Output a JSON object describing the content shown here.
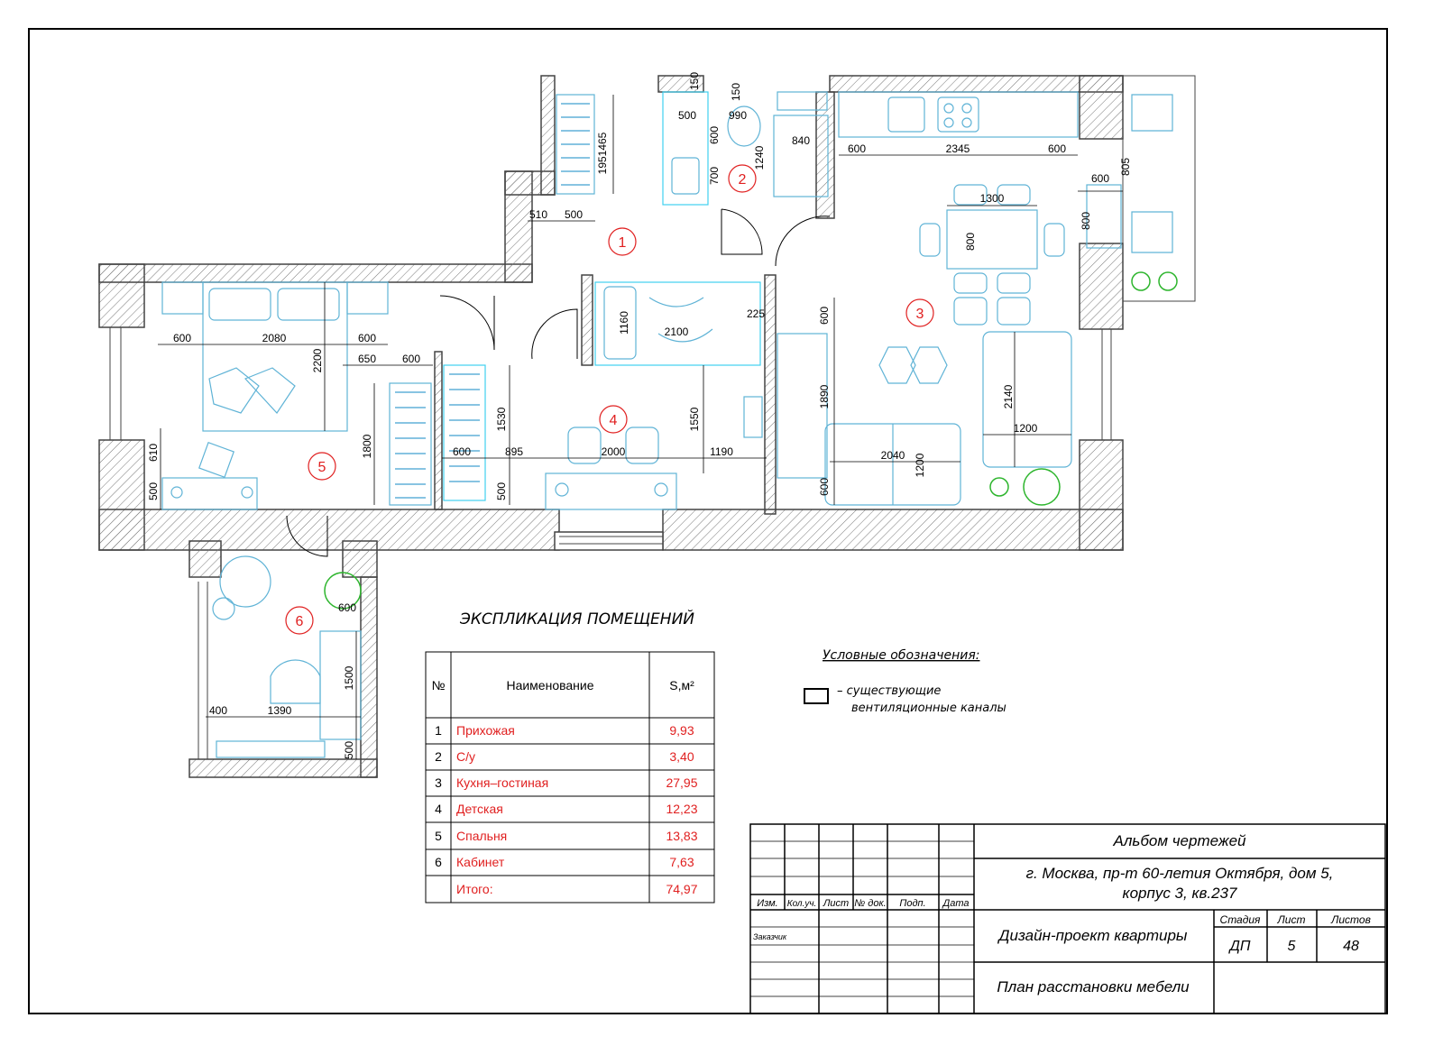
{
  "rooms": [
    {
      "num": "1",
      "name": "Прихожая",
      "area": "9,93"
    },
    {
      "num": "2",
      "name": "С/у",
      "area": "3,40"
    },
    {
      "num": "3",
      "name": "Кухня–гостиная",
      "area": "27,95"
    },
    {
      "num": "4",
      "name": "Детская",
      "area": "12,23"
    },
    {
      "num": "5",
      "name": "Спальня",
      "area": "13,83"
    },
    {
      "num": "6",
      "name": "Кабинет",
      "area": "7,63"
    }
  ],
  "explication": {
    "title": "ЭКСПЛИКАЦИЯ ПОМЕЩЕНИЙ",
    "col_num": "№",
    "col_name": "Наименование",
    "col_area": "S,м²",
    "total_label": "Итого:",
    "total_area": "74,97"
  },
  "legend": {
    "title": "Условные обозначения:",
    "line1": "– существующие",
    "line2": "вентиляционные каналы"
  },
  "dimensions": {
    "hall_cab_h": "1951465",
    "hall_cab_w1": "510",
    "hall_cab_w2": "500",
    "bath_150a": "150",
    "bath_150b": "150",
    "bath_500": "500",
    "bath_990": "990",
    "bath_600": "600",
    "bath_700": "700",
    "bath_1240": "1240",
    "bath_840": "840",
    "k_600a": "600",
    "k_2345": "2345",
    "k_600b": "600",
    "k_600c": "600",
    "k_805": "805",
    "k_1300": "1300",
    "k_800a": "800",
    "k_800b": "800",
    "l_600": "600",
    "l_1890": "1890",
    "l_2140": "2140",
    "l_1200a": "1200",
    "l_2040": "2040",
    "l_1200b": "1200",
    "l_600b": "600",
    "c_1160": "1160",
    "c_2100": "2100",
    "c_225": "225",
    "c_1530": "1530",
    "c_1550": "1550",
    "c_600": "600",
    "c_895": "895",
    "c_2000": "2000",
    "c_1190": "1190",
    "c_500": "500",
    "b_600a": "600",
    "b_2080": "2080",
    "b_600b": "600",
    "b_2200": "2200",
    "b_650": "650",
    "b_600c": "600",
    "b_1800": "1800",
    "b_610": "610",
    "b_500": "500",
    "o_600": "600",
    "o_1500": "1500",
    "o_400": "400",
    "o_1390": "1390",
    "o_500": "500"
  },
  "stamp": {
    "album": "Альбом чертежей",
    "address1": "г. Москва, пр-т 60-летия Октября, дом 5,",
    "address2": "корпус 3, кв.237",
    "project": "Дизайн-проект квартиры",
    "sheet_title": "План расстановки мебели",
    "h_izm": "Изм.",
    "h_kol": "Кол.уч.",
    "h_list": "Лист",
    "h_doc": "№ док.",
    "h_podp": "Подп.",
    "h_date": "Дата",
    "customer": "Заказчик",
    "stage_label": "Стадия",
    "sheet_label": "Лист",
    "sheets_label": "Листов",
    "stage": "ДП",
    "sheet": "5",
    "sheets": "48"
  },
  "colors": {
    "wall": "#555555",
    "furniture": "#5fb3d6",
    "text_red": "#e02020",
    "cyan": "#40d0f0",
    "plant": "#2db52d"
  }
}
